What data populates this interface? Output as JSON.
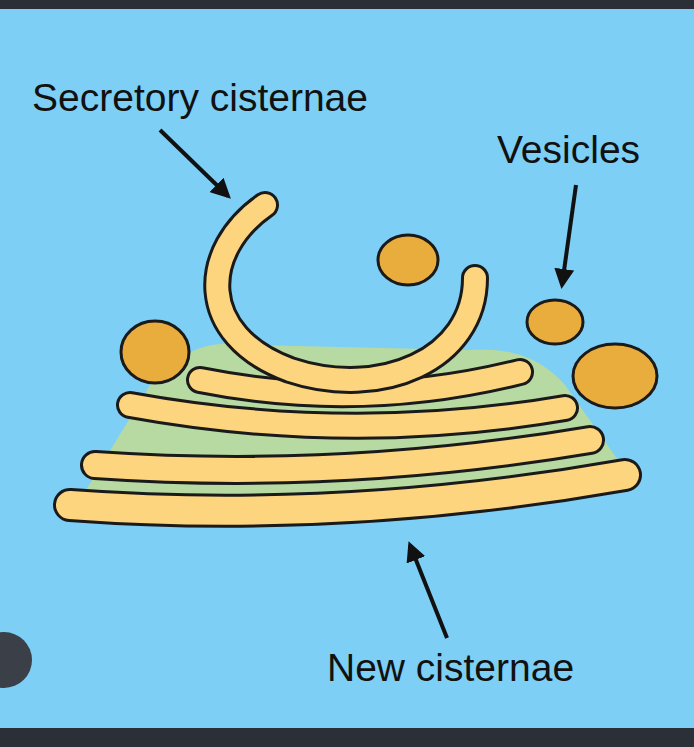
{
  "diagram": {
    "labels": [
      "Secretory cisternae",
      "Vesicles",
      "New cisternae"
    ]
  }
}
